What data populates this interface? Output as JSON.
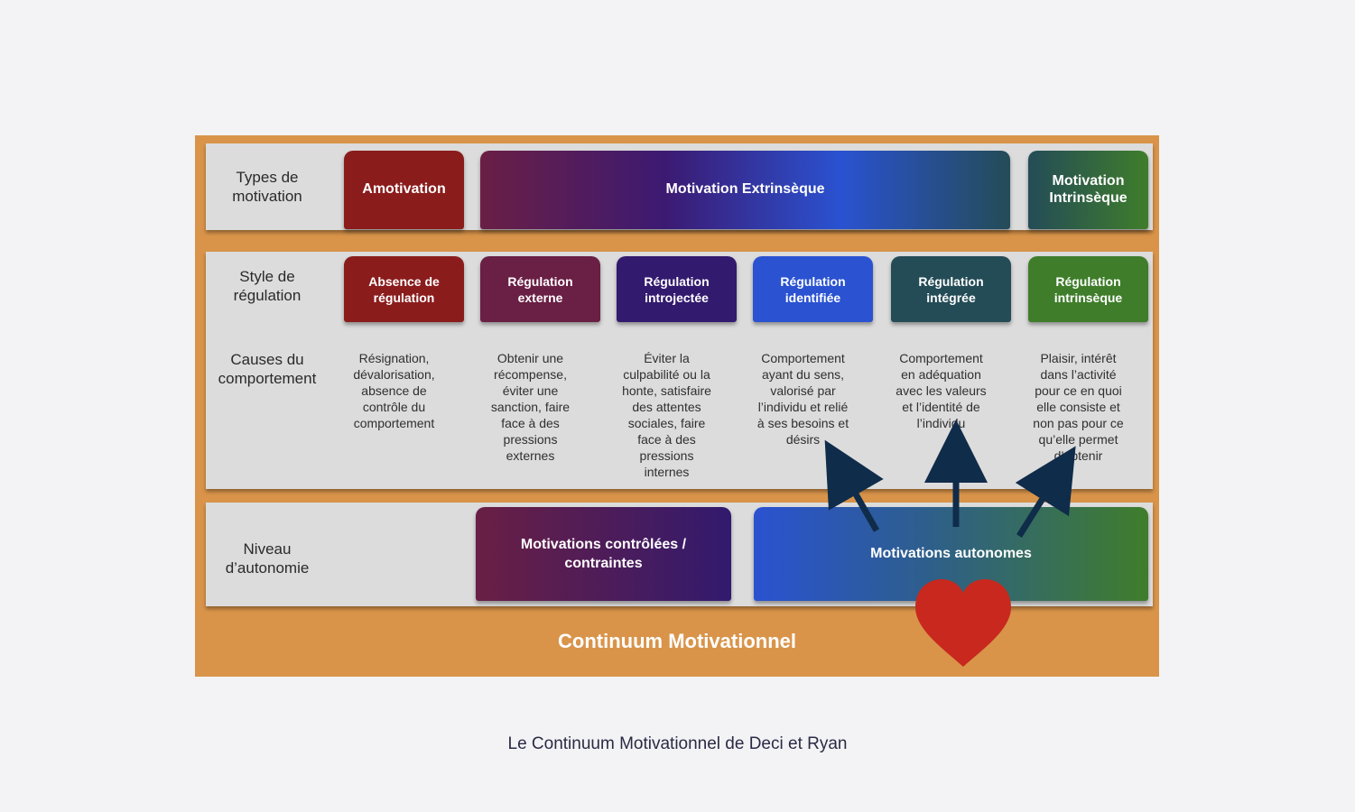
{
  "rows": {
    "types": "Types de\nmotivation",
    "style": "Style de\nrégulation",
    "causes": "Causes du\ncomportement",
    "niveau": "Niveau\nd’autonomie"
  },
  "types_boxes": {
    "amotivation": "Amotivation",
    "extrinseque": "Motivation Extrinsèque",
    "intrinseque": "Motivation\nIntrinsèque"
  },
  "regulation_boxes": [
    {
      "label": "Absence de\nrégulation",
      "cause": "Résignation,\ndévalorisation,\nabsence de\ncontrôle du\ncomportement"
    },
    {
      "label": "Régulation\nexterne",
      "cause": "Obtenir une\nrécompense,\néviter une\nsanction, faire\nface à des\npressions\nexternes"
    },
    {
      "label": "Régulation\nintrojectée",
      "cause": "Éviter la\nculpabilité ou la\nhonte, satisfaire\ndes attentes\nsociales, faire\nface à des\npressions\ninternes"
    },
    {
      "label": "Régulation\nidentifiée",
      "cause": "Comportement\nayant du sens,\nvalorisé par\nl’individu et relié\nà ses besoins et\ndésirs"
    },
    {
      "label": "Régulation\nintégrée",
      "cause": "Comportement\nen adéquation\navec les valeurs\net l’identité de\nl’individu"
    },
    {
      "label": "Régulation\nintrinsèque",
      "cause": "Plaisir, intérêt\ndans l’activité\npour ce en quoi\nelle consiste et\nnon pas pour ce\nqu’elle permet\nd’obtenir"
    }
  ],
  "niveau_boxes": {
    "controlees": "Motivations contrôlées /\ncontraintes",
    "autonomes": "Motivations autonomes"
  },
  "footer_title": "Continuum Motivationnel",
  "caption": "Le Continuum Motivationnel de Deci et Ryan",
  "colors": {
    "background": "#f3f3f5",
    "frame": "#d9944a",
    "band": "#dcdcdc",
    "red": "#8b1c1c",
    "maroon": "#6a1f44",
    "indigo": "#321a6e",
    "blue": "#2a52d1",
    "teal": "#244c57",
    "green": "#3f7d2b",
    "arrow": "#0f2c4a",
    "heart": "#c8281e"
  }
}
